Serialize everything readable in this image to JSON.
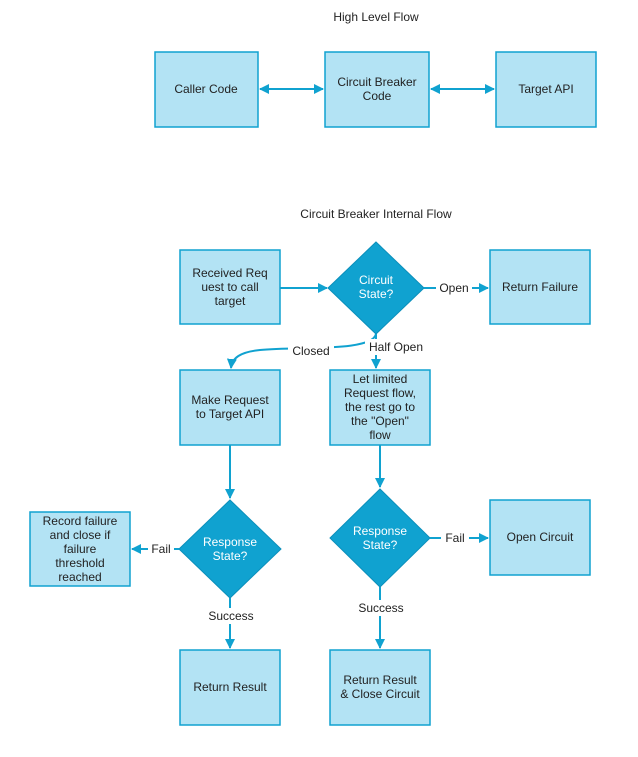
{
  "diagram": {
    "high_level_title": "High Level Flow",
    "internal_title": "Circuit Breaker Internal Flow",
    "nodes": {
      "caller_code": [
        "Caller Code"
      ],
      "cb_code": [
        "Circuit Breaker",
        "Code"
      ],
      "target_api": [
        "Target API"
      ],
      "received": [
        "Received Req",
        "uest to call",
        "target"
      ],
      "cb_state": [
        "Circuit",
        "State?"
      ],
      "return_failure": [
        "Return Failure"
      ],
      "make_request": [
        "Make Request",
        "to Target API"
      ],
      "let_limited": [
        "Let limited",
        "Request flow,",
        "the rest go to",
        "the \"Open\"",
        "flow"
      ],
      "resp_state_left": [
        "Response",
        "State?"
      ],
      "resp_state_right": [
        "Response",
        "State?"
      ],
      "record_failure": [
        "Record failure",
        "and close if",
        "failure",
        "threshold",
        "reached"
      ],
      "open_circuit": [
        "Open Circuit"
      ],
      "return_result": [
        "Return Result"
      ],
      "return_close": [
        "Return Result",
        "& Close Circuit"
      ]
    },
    "edge_labels": {
      "open": "Open",
      "closed": "Closed",
      "half_open": "Half Open",
      "fail_left": "Fail",
      "fail_right": "Fail",
      "success_left": "Success",
      "success_right": "Success"
    },
    "colors": {
      "box_fill": "#b3e3f4",
      "accent": "#10a2d0"
    }
  }
}
